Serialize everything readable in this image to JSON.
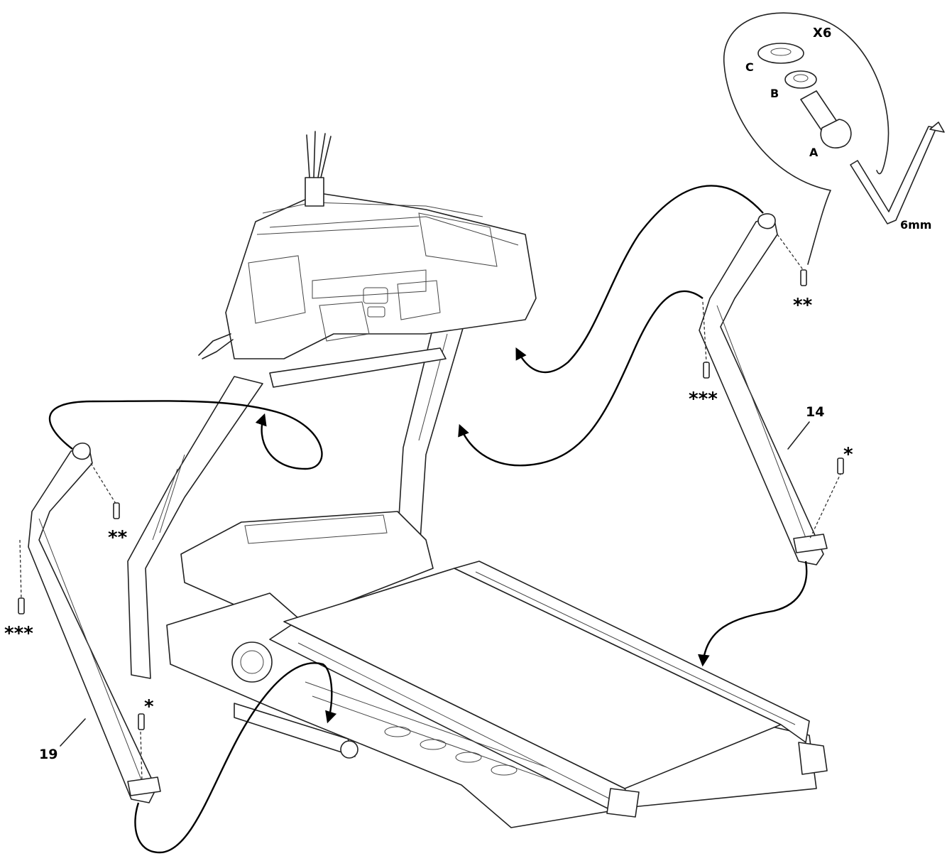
{
  "callout": {
    "quantity": "X6",
    "parts": [
      "A",
      "B",
      "C"
    ],
    "tool": "6mm"
  },
  "part_labels": {
    "right_upright": "14",
    "left_upright": "19"
  },
  "fastener_marks": {
    "single": "*",
    "double": "**",
    "triple": "***"
  },
  "icons": [
    "allen-key-icon",
    "bolt-icon",
    "washer-icon"
  ]
}
